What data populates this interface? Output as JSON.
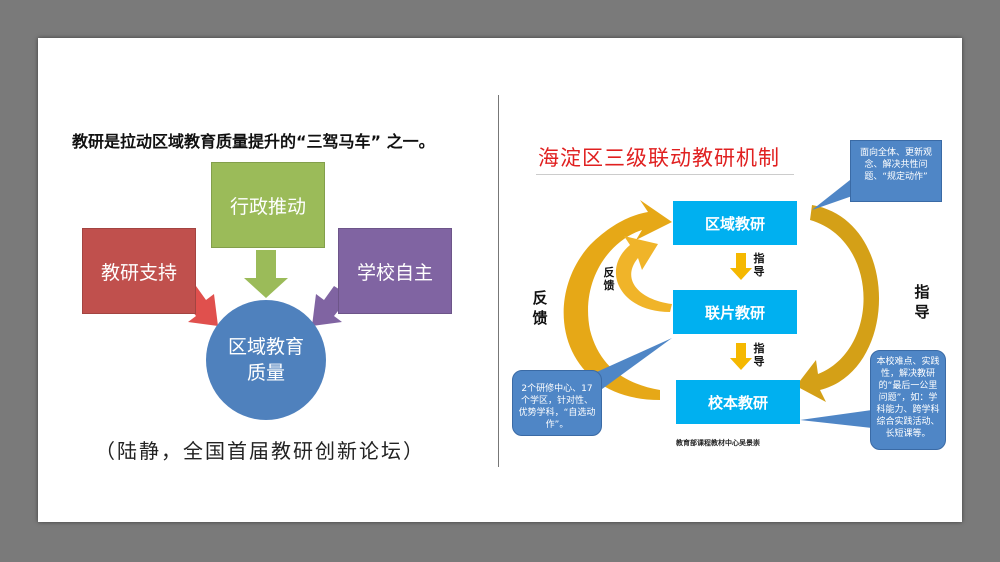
{
  "left": {
    "title": "教研是拉动区域教育质量提升的“三驾马车” 之一。",
    "boxes": {
      "top": "行政推动",
      "left": "教研支持",
      "right": "学校自主"
    },
    "center": "区域教育质量",
    "citation": "（陆静，全国首届教研创新论坛）",
    "colors": {
      "top": "#9bbb59",
      "left": "#c0504d",
      "right": "#8064a2",
      "center": "#4f81bd"
    }
  },
  "right": {
    "title": "海淀区三级联动教研机制",
    "levels": [
      "区域教研",
      "联片教研",
      "校本教研"
    ],
    "arrows": {
      "guide_small": "指导",
      "feedback_small": "反馈",
      "feedback_big": "反馈",
      "guide_big": "指导"
    },
    "callouts": {
      "top": "面向全体、更新观念、解决共性问题、“规定动作”",
      "left": "2个研修中心、17个学区，针对性、优势学科，“自选动作”。",
      "right": "本校难点、实践性，解决教研的“最后一公里问题”，如：学科能力、跨学科综合实践活动、长短课等。"
    },
    "caption": "教育部课程教材中心吴景崇"
  }
}
